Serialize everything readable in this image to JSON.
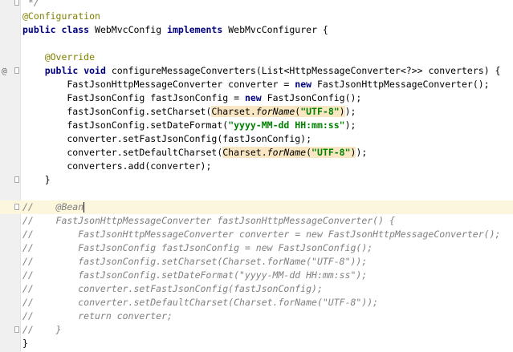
{
  "editor": {
    "lines": [
      {
        "parts": [
          {
            "t": " */",
            "c": "cmt"
          }
        ]
      },
      {
        "parts": [
          {
            "t": "@Configuration",
            "c": "ann"
          }
        ]
      },
      {
        "parts": [
          {
            "t": "public",
            "c": "kw"
          },
          {
            "t": " "
          },
          {
            "t": "class",
            "c": "kw"
          },
          {
            "t": " WebMvcConfig "
          },
          {
            "t": "implements",
            "c": "kw"
          },
          {
            "t": " WebMvcConfigurer {"
          }
        ]
      },
      {
        "parts": []
      },
      {
        "parts": [
          {
            "t": "    "
          },
          {
            "t": "@Override",
            "c": "ann"
          }
        ]
      },
      {
        "parts": [
          {
            "t": "    "
          },
          {
            "t": "public",
            "c": "kw"
          },
          {
            "t": " "
          },
          {
            "t": "void",
            "c": "kw"
          },
          {
            "t": " configureMessageConverters(List<HttpMessageConverter<?>> converters) {"
          }
        ]
      },
      {
        "parts": [
          {
            "t": "        FastJsonHttpMessageConverter converter = "
          },
          {
            "t": "new",
            "c": "kw"
          },
          {
            "t": " FastJsonHttpMessageConverter();"
          }
        ]
      },
      {
        "parts": [
          {
            "t": "        FastJsonConfig fastJsonConfig = "
          },
          {
            "t": "new",
            "c": "kw"
          },
          {
            "t": " FastJsonConfig();"
          }
        ]
      },
      {
        "parts": [
          {
            "t": "        fastJsonConfig.setCharset("
          },
          {
            "t": "Charset.",
            "c": "hl"
          },
          {
            "t": "forName",
            "c": "hl it"
          },
          {
            "t": "(",
            "c": "hl"
          },
          {
            "t": "\"UTF-8\"",
            "c": "hl str"
          },
          {
            "t": ")",
            "c": "hl"
          },
          {
            "t": ");"
          }
        ]
      },
      {
        "parts": [
          {
            "t": "        fastJsonConfig.setDateFormat("
          },
          {
            "t": "\"yyyy-MM-dd HH:mm:ss\"",
            "c": "str"
          },
          {
            "t": ");"
          }
        ]
      },
      {
        "parts": [
          {
            "t": "        converter.setFastJsonConfig(fastJsonConfig);"
          }
        ]
      },
      {
        "parts": [
          {
            "t": "        converter.setDefaultCharset("
          },
          {
            "t": "Charset.",
            "c": "hl"
          },
          {
            "t": "forName",
            "c": "hl it"
          },
          {
            "t": "(",
            "c": "hl"
          },
          {
            "t": "\"UTF-8\"",
            "c": "hl str"
          },
          {
            "t": ")",
            "c": "hl"
          },
          {
            "t": ");"
          }
        ]
      },
      {
        "parts": [
          {
            "t": "        converters.add(converter);"
          }
        ]
      },
      {
        "parts": [
          {
            "t": "    }"
          }
        ]
      },
      {
        "parts": []
      },
      {
        "parts": [
          {
            "t": "//    @Bean",
            "c": "cmt"
          }
        ]
      },
      {
        "parts": [
          {
            "t": "//    FastJsonHttpMessageConverter fastJsonHttpMessageConverter() {",
            "c": "cmt"
          }
        ]
      },
      {
        "parts": [
          {
            "t": "//        FastJsonHttpMessageConverter converter = new FastJsonHttpMessageConverter();",
            "c": "cmt"
          }
        ]
      },
      {
        "parts": [
          {
            "t": "//        FastJsonConfig fastJsonConfig = new FastJsonConfig();",
            "c": "cmt"
          }
        ]
      },
      {
        "parts": [
          {
            "t": "//        fastJsonConfig.setCharset(Charset.forName(\"UTF-8\"));",
            "c": "cmt"
          }
        ]
      },
      {
        "parts": [
          {
            "t": "//        fastJsonConfig.setDateFormat(\"yyyy-MM-dd HH:mm:ss\");",
            "c": "cmt"
          }
        ]
      },
      {
        "parts": [
          {
            "t": "//        converter.setFastJsonConfig(fastJsonConfig);",
            "c": "cmt"
          }
        ]
      },
      {
        "parts": [
          {
            "t": "//        converter.setDefaultCharset(Charset.forName(\"UTF-8\"));",
            "c": "cmt"
          }
        ]
      },
      {
        "parts": [
          {
            "t": "//        return converter;",
            "c": "cmt"
          }
        ]
      },
      {
        "parts": [
          {
            "t": "//    }",
            "c": "cmt"
          }
        ]
      },
      {
        "parts": [
          {
            "t": "}"
          }
        ]
      }
    ],
    "current_line": 15,
    "override_marker": "@",
    "colors": {
      "keyword": "#000080",
      "annotation": "#808000",
      "string": "#008000",
      "comment": "#808080",
      "highlight": "#f8e7c2",
      "current_line": "#fbf6dc",
      "gutter": "#f0f0f0"
    }
  }
}
